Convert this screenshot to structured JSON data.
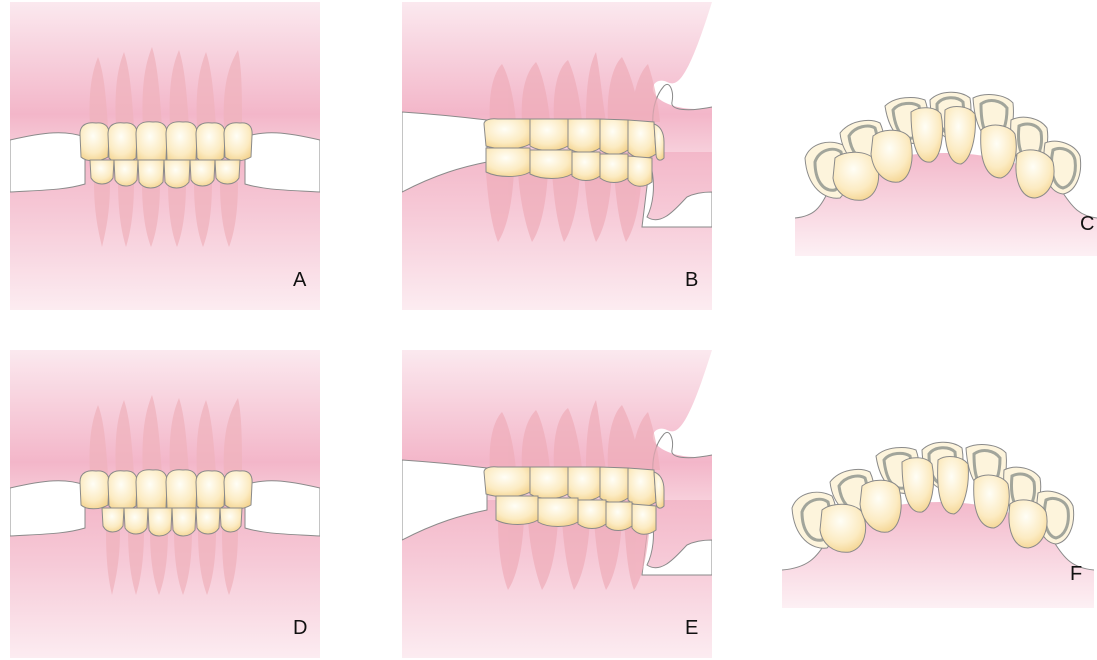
{
  "figure": {
    "panels": [
      {
        "id": "A",
        "label": "A"
      },
      {
        "id": "B",
        "label": "B"
      },
      {
        "id": "C",
        "label": "C"
      },
      {
        "id": "D",
        "label": "D"
      },
      {
        "id": "E",
        "label": "E"
      },
      {
        "id": "F",
        "label": "F"
      }
    ]
  },
  "colors": {
    "gum_light": "#fbe7ee",
    "gum_dark": "#f2b2c6",
    "root": "#f0b7bf",
    "crown_light": "#fffdf3",
    "crown_dark": "#f6d89a",
    "outline": "#8a8a8a",
    "inner_ring": "#9fa39a"
  }
}
